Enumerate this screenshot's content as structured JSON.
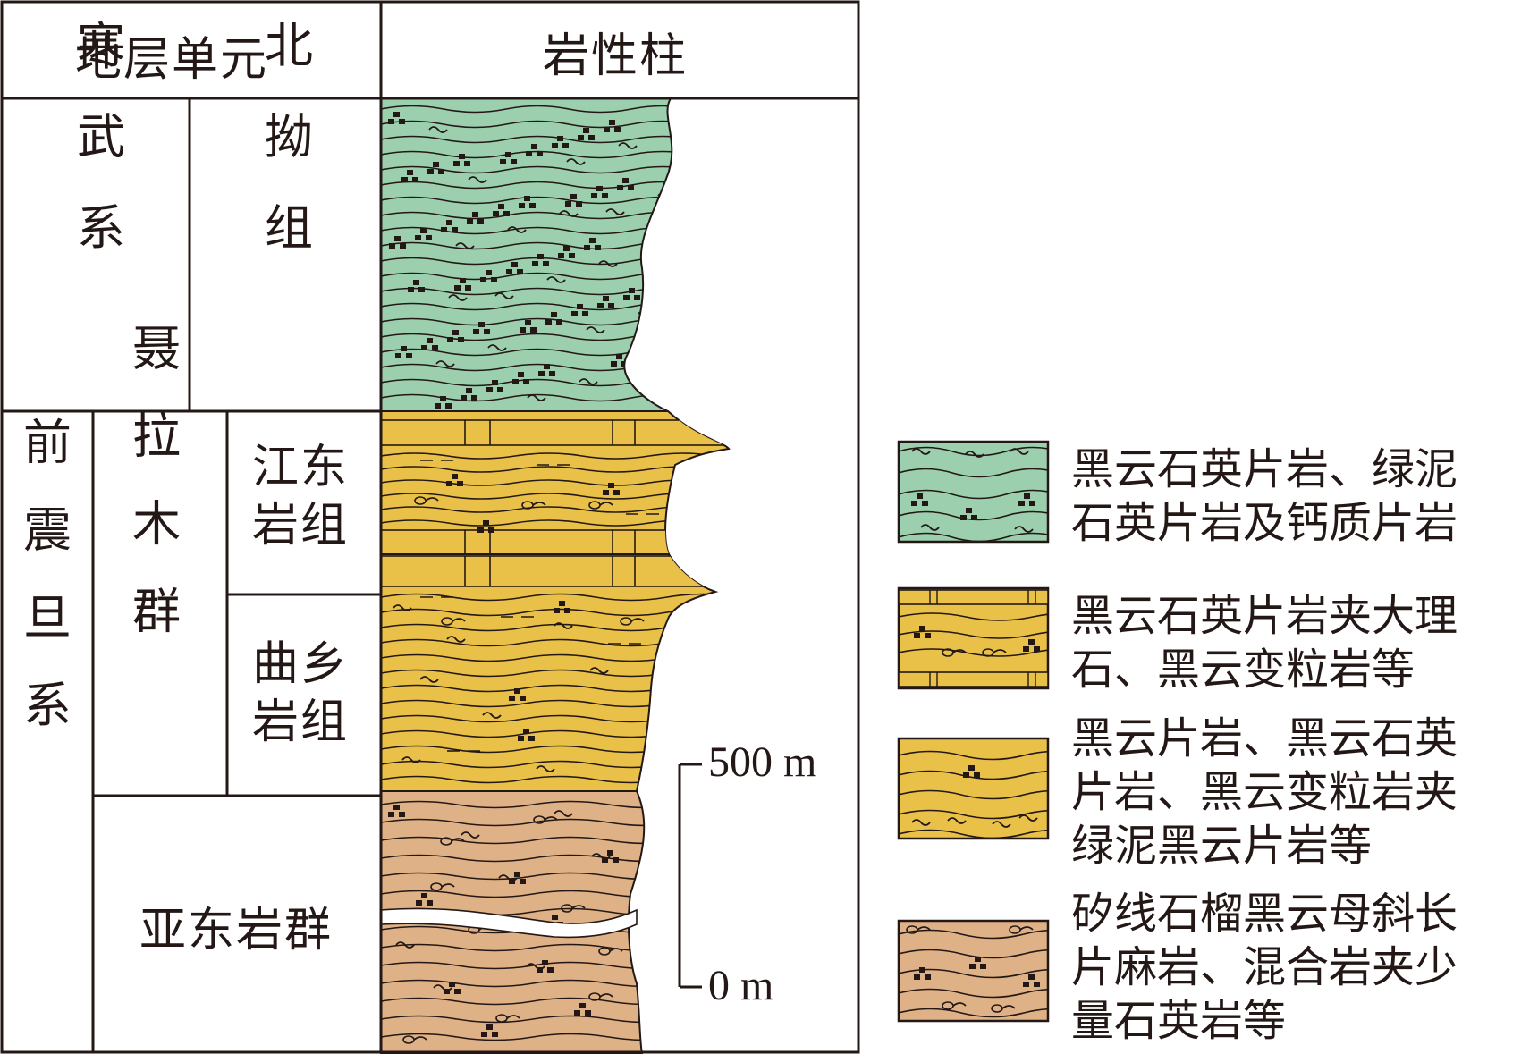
{
  "table": {
    "header_unit": "地层单元",
    "header_column": "岩性柱",
    "cambrian_system": "寒武系",
    "beiao_formation": "北拗组",
    "presinian_system": "前震旦系",
    "nielamu_group": "聂拉木群",
    "jiangdong_formation": "江东岩组",
    "quxiang_formation": "曲乡岩组",
    "yadong_group": "亚东岩群"
  },
  "scale": {
    "top_label": "500 m",
    "bottom_label": "0 m"
  },
  "legend": [
    {
      "lines": [
        "黑云石英片岩、绿泥",
        "石英片岩及钙质片岩"
      ],
      "color": "#9bcfae"
    },
    {
      "lines": [
        "黑云石英片岩夹大理",
        "石、黑云变粒岩等"
      ],
      "color": "#e9c048"
    },
    {
      "lines": [
        "黑云片岩、黑云石英",
        "片岩、黑云变粒岩夹",
        "绿泥黑云片岩等"
      ],
      "color": "#e9c048"
    },
    {
      "lines": [
        "矽线石榴黑云母斜长",
        "片麻岩、混合岩夹少",
        "量石英岩等"
      ],
      "color": "#dfb186"
    }
  ],
  "colors": {
    "green_schist": "#9bcfae",
    "yellow_schist": "#e9c048",
    "tan_gneiss": "#dfb186",
    "line": "#231815"
  }
}
